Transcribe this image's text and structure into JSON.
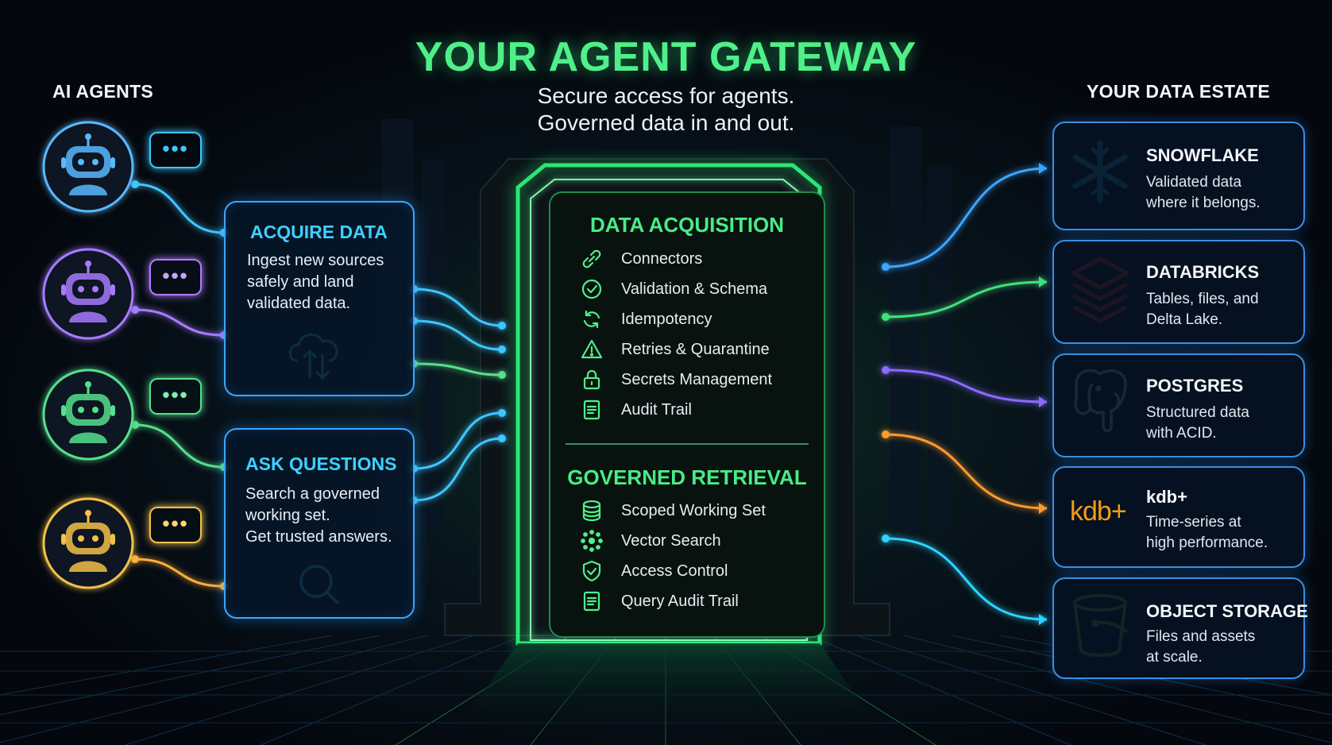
{
  "title": "YOUR AGENT GATEWAY",
  "subtitle": [
    "Secure access for agents.",
    "Governed data in and out."
  ],
  "left_heading": "AI AGENTS",
  "right_heading": "YOUR DATA ESTATE",
  "agents": [
    {
      "icon": "robot-icon",
      "color": "#5ab8ff"
    },
    {
      "icon": "robot-icon",
      "color": "#a77bff"
    },
    {
      "icon": "robot-icon",
      "color": "#56e08c"
    },
    {
      "icon": "robot-icon",
      "color": "#f2c14a"
    }
  ],
  "chat_bubble_dots": "•••",
  "capabilities": [
    {
      "title": "ACQUIRE DATA",
      "lines": [
        "Ingest new sources",
        "safely and land",
        "validated data."
      ],
      "icon": "cloud-upload-icon"
    },
    {
      "title": "ASK QUESTIONS",
      "lines": [
        "Search a governed",
        "working set.",
        "Get trusted answers."
      ],
      "icon": "search-icon"
    }
  ],
  "gateway": {
    "acquisition": {
      "title": "DATA ACQUISITION",
      "items": [
        {
          "label": "Connectors",
          "icon": "link-icon"
        },
        {
          "label": "Validation & Schema",
          "icon": "check-circle-icon"
        },
        {
          "label": "Idempotency",
          "icon": "refresh-icon"
        },
        {
          "label": "Retries & Quarantine",
          "icon": "warning-icon"
        },
        {
          "label": "Secrets Management",
          "icon": "lock-icon"
        },
        {
          "label": "Audit Trail",
          "icon": "document-icon"
        }
      ]
    },
    "retrieval": {
      "title": "GOVERNED RETRIEVAL",
      "items": [
        {
          "label": "Scoped Working Set",
          "icon": "database-icon"
        },
        {
          "label": "Vector Search",
          "icon": "vector-icon"
        },
        {
          "label": "Access Control",
          "icon": "shield-icon"
        },
        {
          "label": "Query Audit Trail",
          "icon": "document-icon"
        }
      ]
    }
  },
  "data_sources": [
    {
      "name": "SNOWFLAKE",
      "lines": [
        "Validated data",
        "where it belongs."
      ],
      "icon": "snowflake-icon",
      "color": "#29b5e8"
    },
    {
      "name": "DATABRICKS",
      "lines": [
        "Tables, files, and",
        "Delta Lake."
      ],
      "icon": "databricks-icon",
      "color": "#ff3621"
    },
    {
      "name": "POSTGRES",
      "lines": [
        "Structured data",
        "with ACID."
      ],
      "icon": "postgres-elephant-icon",
      "color": "#cfe0f5"
    },
    {
      "name": "kdb+",
      "lines": [
        "Time-series at",
        "high performance."
      ],
      "icon": "kdb-logo",
      "logo_text": "kdb+",
      "color": "#f39c12"
    },
    {
      "name": "OBJECT STORAGE",
      "lines": [
        "Files and assets",
        "at scale."
      ],
      "icon": "bucket-icon",
      "color": "#7ac943"
    }
  ],
  "colors": {
    "green": "#4ff08a",
    "blue": "#3aa6ff",
    "violet": "#8a6bff",
    "orange": "#ff9a2e",
    "cyan": "#2fd3ff"
  }
}
